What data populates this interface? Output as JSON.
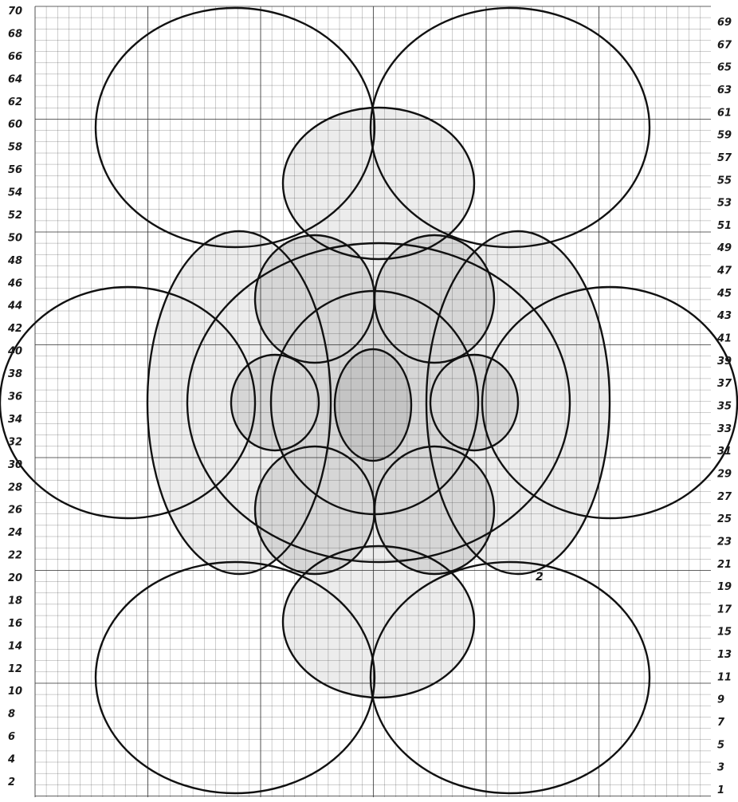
{
  "left_row_numbers": [
    "70",
    "68",
    "66",
    "64",
    "62",
    "60",
    "58",
    "56",
    "54",
    "52",
    "50",
    "48",
    "46",
    "44",
    "42",
    "40",
    "38",
    "36",
    "34",
    "32",
    "30",
    "28",
    "26",
    "24",
    "22",
    "20",
    "18",
    "16",
    "14",
    "12",
    "10",
    "8",
    "6",
    "4",
    "2"
  ],
  "right_row_numbers": [
    "69",
    "67",
    "65",
    "63",
    "61",
    "59",
    "57",
    "55",
    "53",
    "51",
    "49",
    "47",
    "45",
    "43",
    "41",
    "39",
    "37",
    "35",
    "33",
    "31",
    "29",
    "27",
    "25",
    "23",
    "21",
    "19",
    "17",
    "15",
    "13",
    "11",
    "9",
    "7",
    "5",
    "3",
    "1"
  ],
  "start_mark": "2",
  "colors": {
    "paper": "#ffffff",
    "grid_line": "#3a3a3a",
    "outline": "#111111",
    "number_ink": "#1a1a1a",
    "fill_outer_petals": "#ffffff",
    "fill_light_stipple": "#ececec",
    "fill_medium_shade": "#d6d6d6",
    "fill_center_stipple": "#c4c4c4"
  },
  "legend_note": ""
}
